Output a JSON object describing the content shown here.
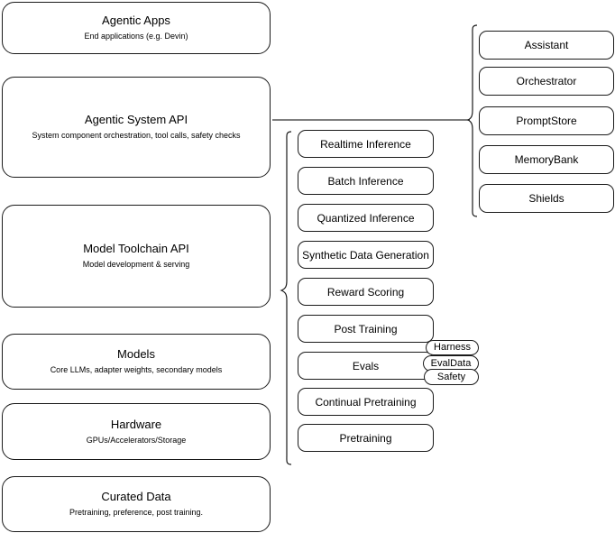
{
  "diagram": {
    "title": "LLM Stack Architecture Diagram",
    "background_color": "#ffffff",
    "box_border_color": "#1a1a1a",
    "connector_color": "#555555"
  },
  "stack_layers": [
    {
      "id": "agentic-apps",
      "title": "Agentic Apps",
      "subtitle": "End applications (e.g. Devin)"
    },
    {
      "id": "agentic-system-api",
      "title": "Agentic System API",
      "subtitle": "System component orchestration, tool calls, safety checks"
    },
    {
      "id": "model-toolchain-api",
      "title": "Model Toolchain API",
      "subtitle": "Model development & serving"
    },
    {
      "id": "models",
      "title": "Models",
      "subtitle": "Core LLMs, adapter weights, secondary models"
    },
    {
      "id": "hardware",
      "title": "Hardware",
      "subtitle": "GPUs/Accelerators/Storage"
    },
    {
      "id": "curated-data",
      "title": "Curated Data",
      "subtitle": "Pretraining, preference, post training."
    }
  ],
  "toolchain_components": [
    {
      "id": "realtime-inference",
      "label": "Realtime Inference"
    },
    {
      "id": "batch-inference",
      "label": "Batch Inference"
    },
    {
      "id": "quantized-inference",
      "label": "Quantized Inference"
    },
    {
      "id": "synthetic-data-generation",
      "label": "Synthetic Data Generation"
    },
    {
      "id": "reward-scoring",
      "label": "Reward Scoring"
    },
    {
      "id": "post-training",
      "label": "Post Training"
    },
    {
      "id": "evals",
      "label": "Evals"
    },
    {
      "id": "continual-pretraining",
      "label": "Continual Pretraining"
    },
    {
      "id": "pretraining",
      "label": "Pretraining"
    }
  ],
  "evals_subcomponents": [
    {
      "id": "harness",
      "label": "Harness"
    },
    {
      "id": "evaldata",
      "label": "EvalData"
    },
    {
      "id": "safety",
      "label": "Safety"
    }
  ],
  "agentic_components": [
    {
      "id": "assistant",
      "label": "Assistant"
    },
    {
      "id": "orchestrator",
      "label": "Orchestrator"
    },
    {
      "id": "promptstore",
      "label": "PromptStore"
    },
    {
      "id": "memorybank",
      "label": "MemoryBank"
    },
    {
      "id": "shields",
      "label": "Shields"
    }
  ]
}
